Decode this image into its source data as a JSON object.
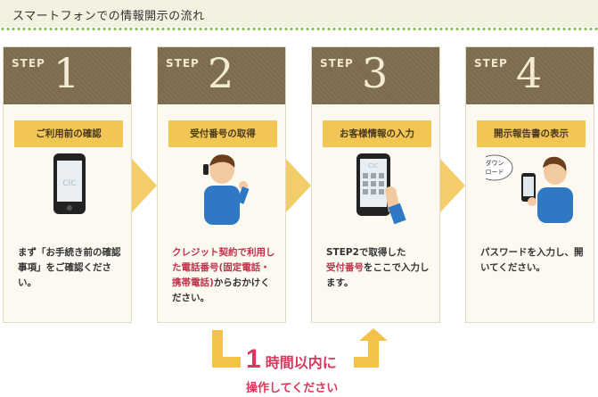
{
  "header": {
    "title": "スマートフォンでの情報開示の流れ"
  },
  "steps": [
    {
      "step_word": "STEP",
      "number": "1",
      "label": "ご利用前の確認",
      "desc_plain": "まず「お手続き前の確認事項」をご確認ください。"
    },
    {
      "step_word": "STEP",
      "number": "2",
      "label": "受付番号の取得",
      "desc_red": "クレジット契約で利用した電話番号(固定電話・携帯電話)",
      "desc_plain": "からおかけください。"
    },
    {
      "step_word": "STEP",
      "number": "3",
      "label": "お客様情報の入力",
      "desc_a": "STEP2で取得した",
      "desc_red": "受付番号",
      "desc_b": "をここで入力します。"
    },
    {
      "step_word": "STEP",
      "number": "4",
      "label": "開示報告書の表示",
      "desc_plain": "パスワードを入力し、開いてください。",
      "bubble_line1": "ダウン",
      "bubble_line2": "ロード"
    }
  ],
  "phone_text": "CIC",
  "footer": {
    "number": "1",
    "line1_suffix": "時間以内に",
    "line2": "操作してください"
  },
  "colors": {
    "step_head": "#7b6a4c",
    "label_bg": "#f1c654",
    "arrow": "#f3cd6a",
    "accent_red": "#d9385a"
  }
}
